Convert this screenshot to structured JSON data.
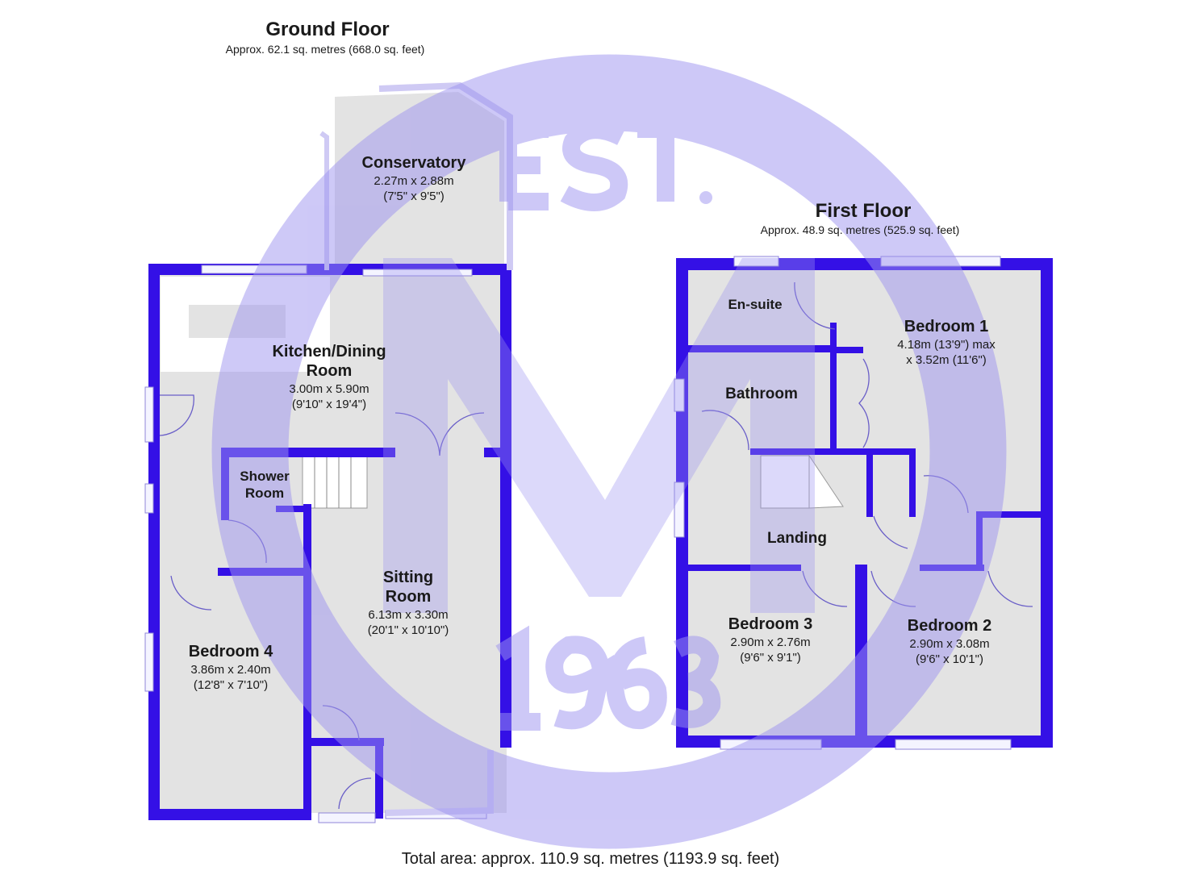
{
  "ground_floor": {
    "title": "Ground Floor",
    "area": "Approx. 62.1 sq. metres (668.0 sq. feet)",
    "rooms": [
      {
        "name": "Conservatory",
        "dims": "2.27m x 2.88m",
        "imperial": "(7'5\" x 9'5\")"
      },
      {
        "name": "Kitchen/Dining",
        "name2": "Room",
        "dims": "3.00m x 5.90m",
        "imperial": "(9'10\" x 19'4\")"
      },
      {
        "name": "Shower",
        "name2": "Room"
      },
      {
        "name": "Sitting",
        "name2": "Room",
        "dims": "6.13m x 3.30m",
        "imperial": "(20'1\" x 10'10\")"
      },
      {
        "name": "Bedroom 4",
        "dims": "3.86m x 2.40m",
        "imperial": "(12'8\" x 7'10\")"
      }
    ]
  },
  "first_floor": {
    "title": "First Floor",
    "area": "Approx. 48.9 sq. metres (525.9 sq. feet)",
    "rooms": [
      {
        "name": "En-suite"
      },
      {
        "name": "Bedroom 1",
        "dims": "4.18m (13'9\") max",
        "imperial": "x 3.52m (11'6\")"
      },
      {
        "name": "Bathroom"
      },
      {
        "name": "Landing"
      },
      {
        "name": "Bedroom 3",
        "dims": "2.90m x 2.76m",
        "imperial": "(9'6\" x 9'1\")"
      },
      {
        "name": "Bedroom 2",
        "dims": "2.90m x 3.08m",
        "imperial": "(9'6\" x 10'1\")"
      }
    ]
  },
  "total_area": "Total area: approx. 110.9 sq. metres (1193.9 sq. feet)",
  "watermark": {
    "text_top": "EST.",
    "text_bottom": "1963",
    "letter": "M"
  },
  "colors": {
    "wall": "#3410e6",
    "floor": "#e3e3e3",
    "watermark": "#b7b0f0"
  }
}
